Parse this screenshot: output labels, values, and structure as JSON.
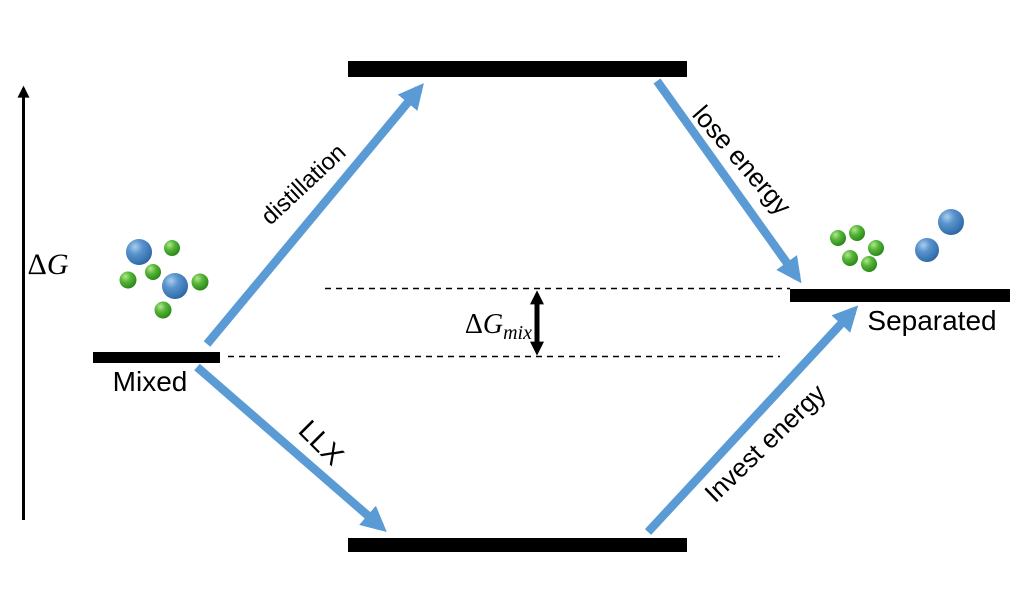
{
  "colors": {
    "arrow_blue": "#5B9BD5",
    "bar_black": "#000000",
    "text_black": "#000000",
    "molecule_blue": "#3F7CC0",
    "molecule_green": "#3FAE2A"
  },
  "y_axis": {
    "prefix": "Δ",
    "symbol": "G"
  },
  "levels": {
    "mixed_label": "Mixed",
    "separated_label": "Separated"
  },
  "paths": {
    "distillation_label": "distillation",
    "lose_energy_label": "lose energy",
    "llx_label": "LLX",
    "invest_energy_label": "Invest energy"
  },
  "delta_g_mix": {
    "prefix": "Δ",
    "symbol": "G",
    "subscript": "mix"
  }
}
